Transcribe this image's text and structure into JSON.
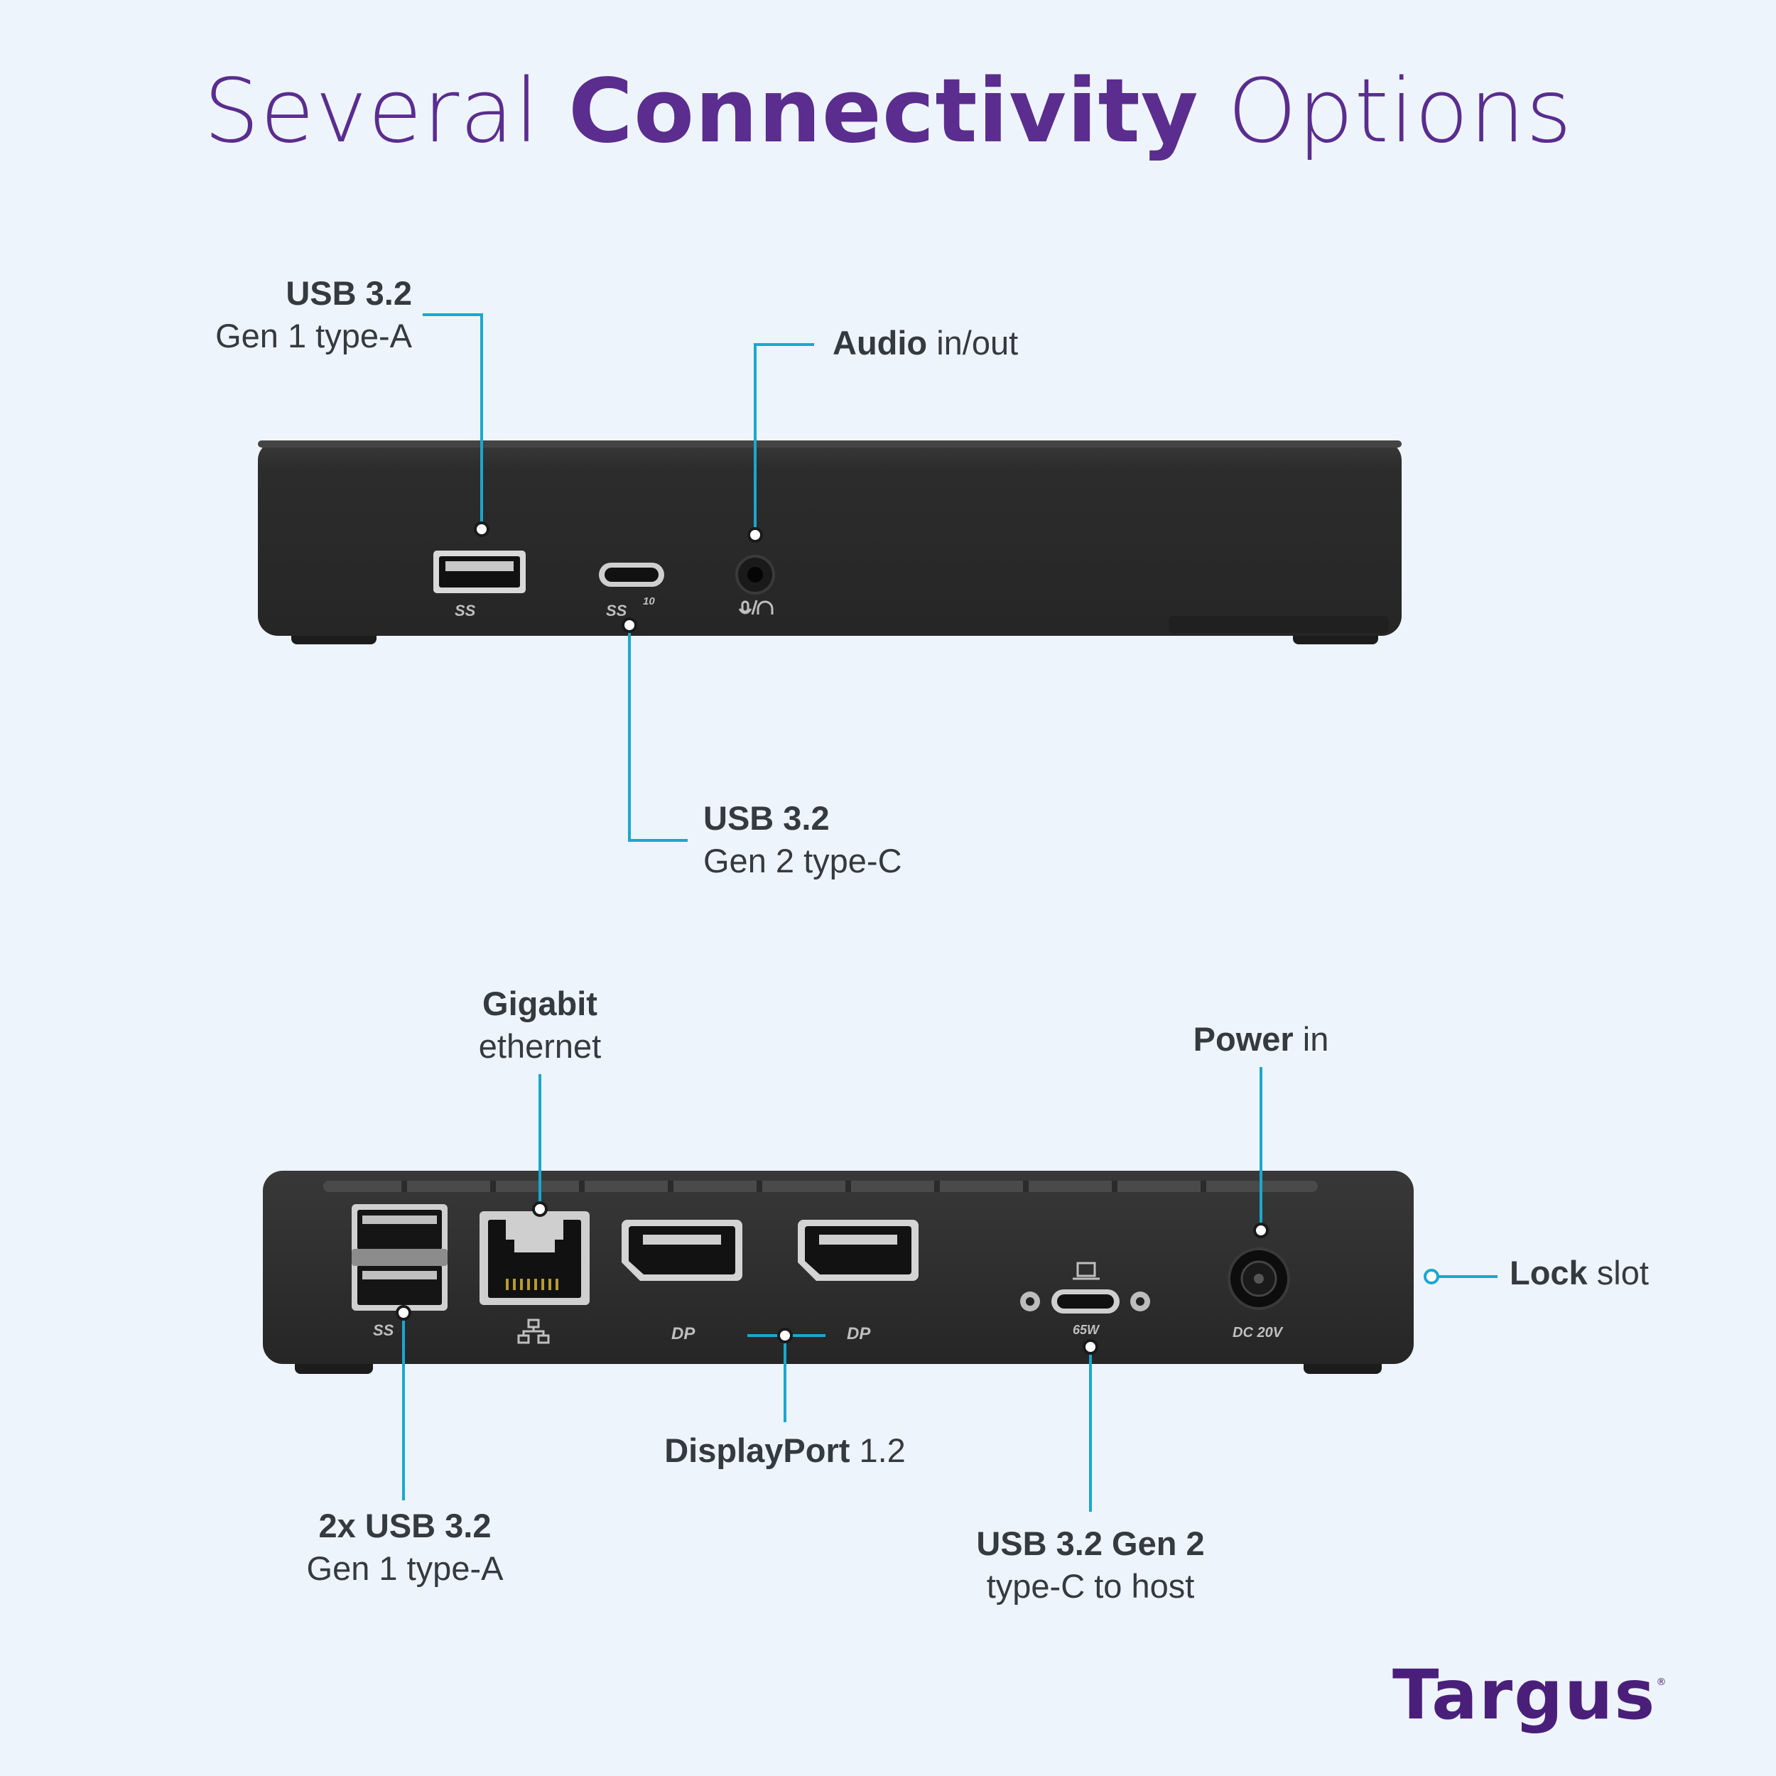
{
  "title": {
    "part1": "Several",
    "part2": "Connectivity",
    "part3": "Options"
  },
  "labels": {
    "usb_a_front": {
      "bold": "USB 3.2",
      "rest": "Gen 1 type-A"
    },
    "audio": {
      "bold": "Audio",
      "rest": "in/out"
    },
    "usb_c_front": {
      "bold": "USB 3.2",
      "rest": "Gen 2 type-C"
    },
    "ethernet": {
      "bold": "Gigabit",
      "rest": "ethernet"
    },
    "power": {
      "bold": "Power",
      "rest": "in"
    },
    "lock": {
      "bold": "Lock",
      "rest": "slot"
    },
    "displayport": {
      "bold": "DisplayPort",
      "rest": "1.2"
    },
    "usb_a_rear": {
      "bold": "2x USB 3.2",
      "rest": "Gen 1 type-A"
    },
    "usb_c_host": {
      "bold": "USB 3.2 Gen 2",
      "rest": "type-C to host"
    }
  },
  "port_markings": {
    "ss": "SS",
    "ss10": "10",
    "watt": "65W",
    "dc": "DC 20V",
    "dp": "DP"
  },
  "brand": {
    "name": "Targus",
    "mark": "®"
  },
  "colors": {
    "title": "#5a2d8e",
    "leader": "#19a8cf",
    "dock": "#2a2a2a",
    "background": "#eef4fb"
  }
}
